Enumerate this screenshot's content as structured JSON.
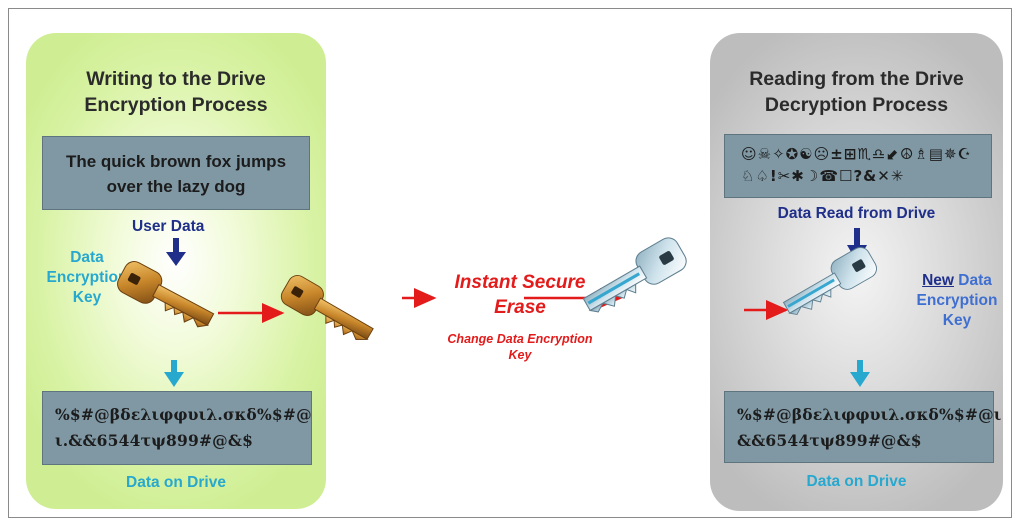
{
  "left_panel": {
    "title_line1": "Writing to the Drive",
    "title_line2": "Encryption Process",
    "plaintext_line1": "The quick brown fox jumps",
    "plaintext_line2": "over the lazy dog",
    "user_data_label": "User Data",
    "key_label_line1": "Data",
    "key_label_line2": "Encryption",
    "key_label_line3": "Key",
    "ciphertext_line1": "%$#@βδελιφφυιλ.σκδ%$#@",
    "ciphertext_line2": "ι.&&6544τψ899#@&$",
    "data_on_drive_label": "Data on Drive"
  },
  "center": {
    "title_line1": "Instant Secure",
    "title_line2": "Erase",
    "subtitle_line1": "Change Data Encryption",
    "subtitle_line2": "Key"
  },
  "right_panel": {
    "title_line1": "Reading from the Drive",
    "title_line2": "Decryption Process",
    "symbols_line1": "☺☠✧✪☯☹±⊞♏♎⬋☮♗▤✵☪",
    "symbols_line2": "♘♤!✂✱☽☎☐?&✕✳",
    "data_read_label": "Data Read from Drive",
    "key_label_new": "New",
    "key_label_line1_rest": " Data",
    "key_label_line2": "Encryption",
    "key_label_line3": "Key",
    "ciphertext_line1": "%$#@βδελιφφυιλ.σκδ%$#@ι",
    "ciphertext_line2": "&&6544τψ899#@&$",
    "data_on_drive_label": "Data on Drive"
  },
  "colors": {
    "navy": "#1f2f8a",
    "cyan": "#27a8cf",
    "red": "#e31b1b",
    "gold_key": "#c8882a",
    "silver_key": "#d6e6ee",
    "box_fill": "#7f98a4"
  },
  "icons": {
    "old_key": "gold-key-icon",
    "new_key": "silver-key-icon",
    "arrow_down": "arrow-down-icon",
    "arrow_right": "arrow-right-icon"
  }
}
